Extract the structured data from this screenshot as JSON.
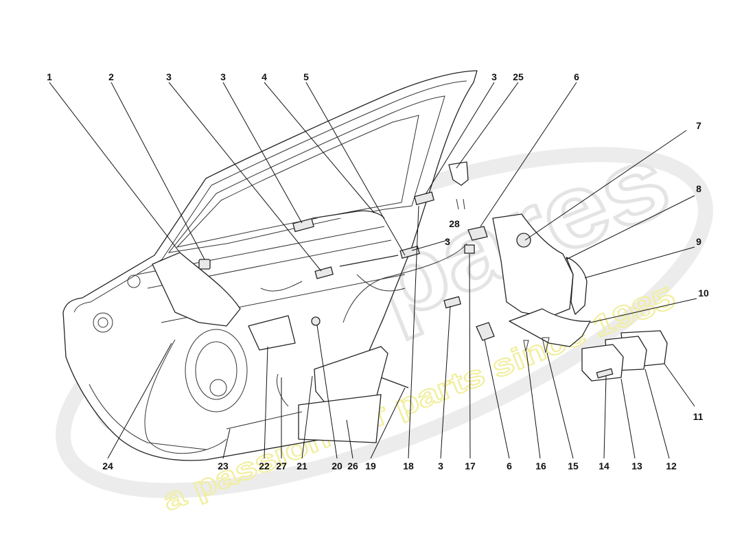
{
  "callouts": [
    "1",
    "2",
    "3",
    "3",
    "4",
    "5",
    "3",
    "25",
    "6",
    "7",
    "8",
    "9",
    "10",
    "11",
    "12",
    "13",
    "14",
    "15",
    "16",
    "6",
    "17",
    "3",
    "18",
    "19",
    "26",
    "20",
    "21",
    "27",
    "22",
    "23",
    "24",
    "28",
    "3"
  ],
  "watermark": {
    "brand": "eurospares",
    "tagline": "a passion for parts since 1985"
  },
  "colors": {
    "line": "#222222",
    "watermark_gray": "#e6e6e6",
    "watermark_yellow": "#f3f0a6"
  }
}
